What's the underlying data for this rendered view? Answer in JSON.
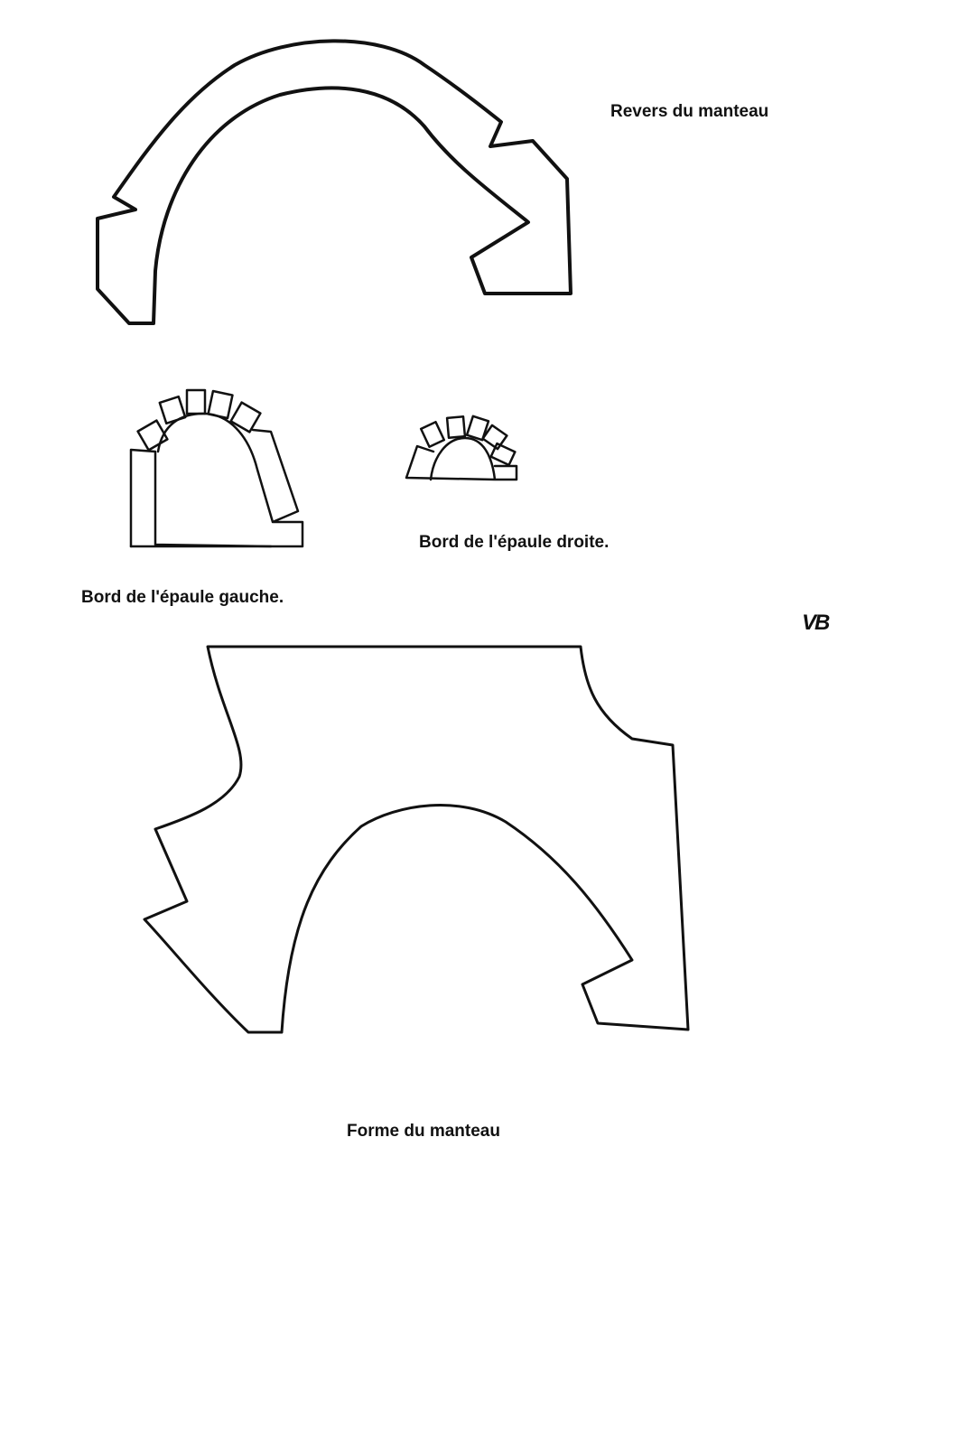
{
  "labels": {
    "revers": "Revers du manteau",
    "epaule_droite": "Bord de l'épaule droite.",
    "epaule_gauche": "Bord de l'épaule gauche.",
    "forme": "Forme du manteau"
  },
  "signature": "VB"
}
